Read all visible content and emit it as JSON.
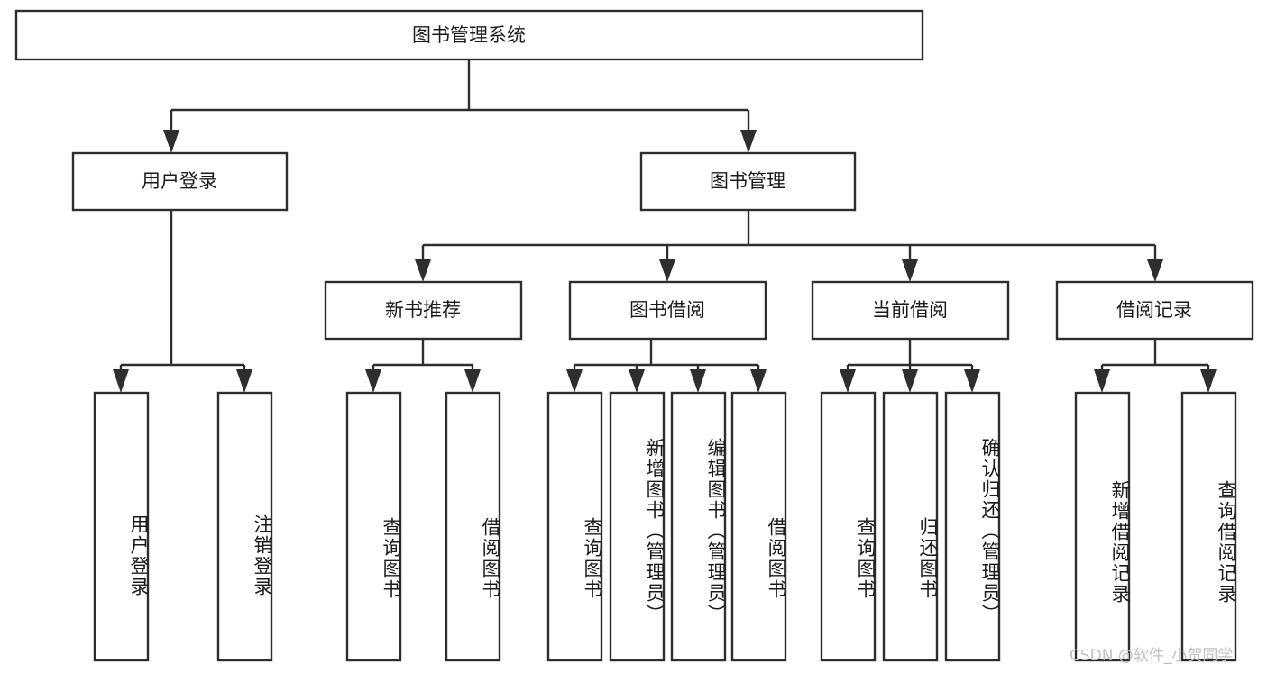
{
  "diagram": {
    "type": "tree-hierarchy-chart",
    "title": "图书管理系统",
    "background_color": "#ffffff",
    "line_color": "#2e2e2e",
    "text_color": "#1b1b1b",
    "root": {
      "id": "root",
      "label": "图书管理系统"
    },
    "level2": [
      {
        "id": "user-login",
        "label": "用户登录"
      },
      {
        "id": "book-management",
        "label": "图书管理"
      }
    ],
    "level3": [
      {
        "id": "new-book-recommend",
        "label": "新书推荐",
        "parent": "book-management"
      },
      {
        "id": "book-borrow",
        "label": "图书借阅",
        "parent": "book-management"
      },
      {
        "id": "current-borrow",
        "label": "当前借阅",
        "parent": "book-management"
      },
      {
        "id": "borrow-record",
        "label": "借阅记录",
        "parent": "book-management"
      }
    ],
    "leaves": [
      {
        "id": "leaf-user-login",
        "label": "用户登录",
        "parent": "user-login"
      },
      {
        "id": "leaf-logout-login",
        "label": "注销登录",
        "parent": "user-login"
      },
      {
        "id": "leaf-query-book-1",
        "label": "查询图书",
        "parent": "new-book-recommend"
      },
      {
        "id": "leaf-borrow-book-1",
        "label": "借阅图书",
        "parent": "new-book-recommend"
      },
      {
        "id": "leaf-query-book-2",
        "label": "查询图书",
        "parent": "book-borrow"
      },
      {
        "id": "leaf-add-book",
        "label": "新增图书（管理员）",
        "parent": "book-borrow"
      },
      {
        "id": "leaf-edit-book",
        "label": "编辑图书（管理员）",
        "parent": "book-borrow"
      },
      {
        "id": "leaf-borrow-book-2",
        "label": "借阅图书",
        "parent": "book-borrow"
      },
      {
        "id": "leaf-query-book-3",
        "label": "查询图书",
        "parent": "current-borrow"
      },
      {
        "id": "leaf-return-book",
        "label": "归还图书",
        "parent": "current-borrow"
      },
      {
        "id": "leaf-confirm-return",
        "label": "确认归还（管理员）",
        "parent": "current-borrow"
      },
      {
        "id": "leaf-add-record",
        "label": "新增借阅记录",
        "parent": "borrow-record"
      },
      {
        "id": "leaf-query-record",
        "label": "查询借阅记录",
        "parent": "borrow-record"
      }
    ]
  },
  "watermark": {
    "text": "CSDN @软件_小贺同学"
  }
}
